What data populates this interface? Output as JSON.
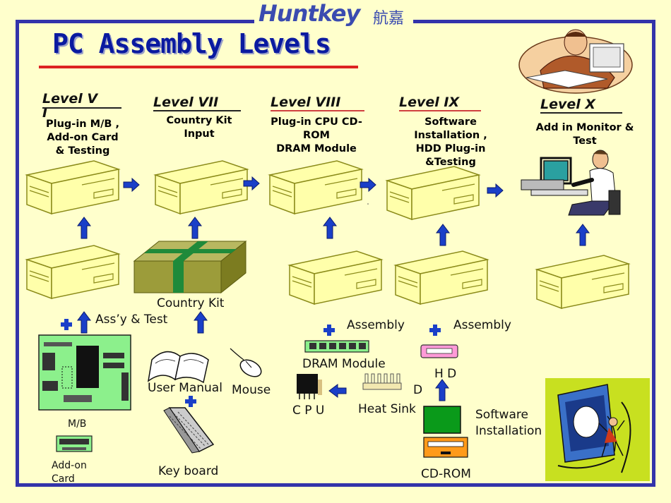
{
  "logo": {
    "en": "Huntkey",
    "cn": "航嘉"
  },
  "title": "PC Assembly Levels",
  "levels": [
    {
      "heading": "Level   V\nI",
      "desc": "Plug-in M/B ,\nAdd-on Card\n&  Testing"
    },
    {
      "heading": "Level   VII",
      "desc": "Country Kit\nInput"
    },
    {
      "heading": "Level   VIII",
      "desc": "Plug-in CPU CD-\nROM\nDRAM Module"
    },
    {
      "heading": "Level   IX",
      "desc": "Software\nInstallation ,\nHDD Plug-in\n&Testing"
    },
    {
      "heading": "Level    X",
      "desc": "Add in Monitor &\nTest"
    }
  ],
  "labels": {
    "country_kit": "Country Kit",
    "assy_test": "Ass’y & Test",
    "assembly_1": "Assembly",
    "assembly_2": "Assembly",
    "dram": "DRAM Module",
    "hd_1": "H D",
    "hd_2": "D",
    "user_manual": "User Manual",
    "mouse": "Mouse",
    "cpu": "C P U",
    "heat_sink": "Heat Sink",
    "software": "Software\nInstallation",
    "mb": "M/B",
    "addon": "Add-on\nCard",
    "keyboard": "Key board",
    "cdrom": "CD-ROM"
  },
  "colors": {
    "frame": "#3333aa",
    "title": "#0a1aa0",
    "underline": "#dd2222",
    "arrow": "#1a3fc8",
    "case_fill": "#ffffaa",
    "case_stroke": "#8b8b1a",
    "board": "#8cf08c",
    "package": "#9c9c3a",
    "package_band": "#1f8a3a"
  },
  "icons": [
    "computer-case-icon",
    "arrow-right-icon",
    "arrow-up-icon",
    "plus-icon",
    "motherboard-icon",
    "package-icon",
    "book-icon",
    "mouse-icon",
    "keyboard-icon",
    "memory-icon",
    "cpu-icon",
    "heatsink-icon",
    "hard-disk-icon",
    "floppy-icon",
    "cdrom-icon",
    "worker-icon",
    "businessman-icon",
    "swing-icon"
  ]
}
